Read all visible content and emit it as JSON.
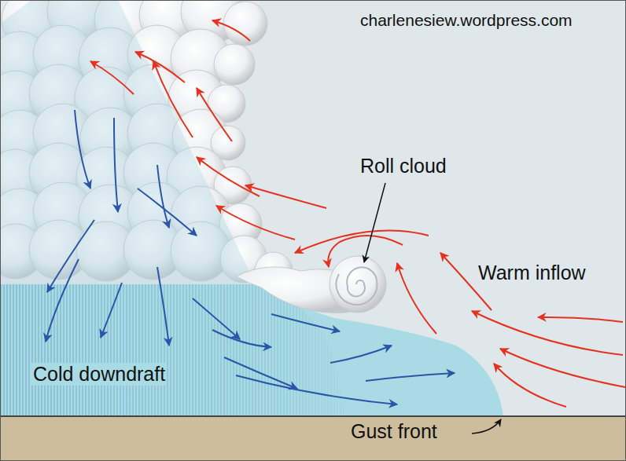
{
  "diagram": {
    "labels": [
      "charlenesiew.wordpress.com",
      "Roll cloud",
      "Warm inflow",
      "Cold downdraft",
      "Gust front"
    ]
  }
}
